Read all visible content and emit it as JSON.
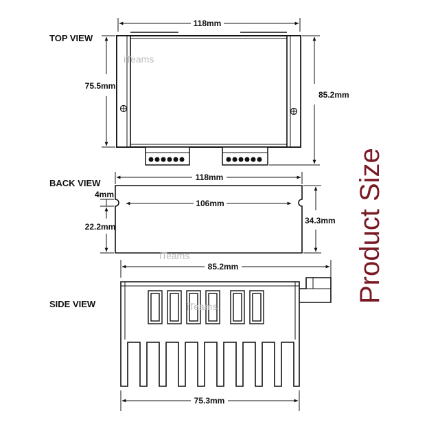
{
  "labels": {
    "top_view": "TOP VIEW",
    "back_view": "BACK VIEW",
    "side_view": "SIDE VIEW"
  },
  "dimensions": {
    "top_width": "118mm",
    "top_height": "75.5mm",
    "top_total_height": "85.2mm",
    "back_width": "118mm",
    "back_inner_width": "106mm",
    "back_notch": "4mm",
    "back_inner_height": "22.2mm",
    "back_height": "34.3mm",
    "side_width": "85.2mm",
    "side_base_width": "75.3mm"
  },
  "watermark": "iTeams",
  "title": "Product Size",
  "colors": {
    "title": "#7a1a24",
    "line": "#111111"
  }
}
